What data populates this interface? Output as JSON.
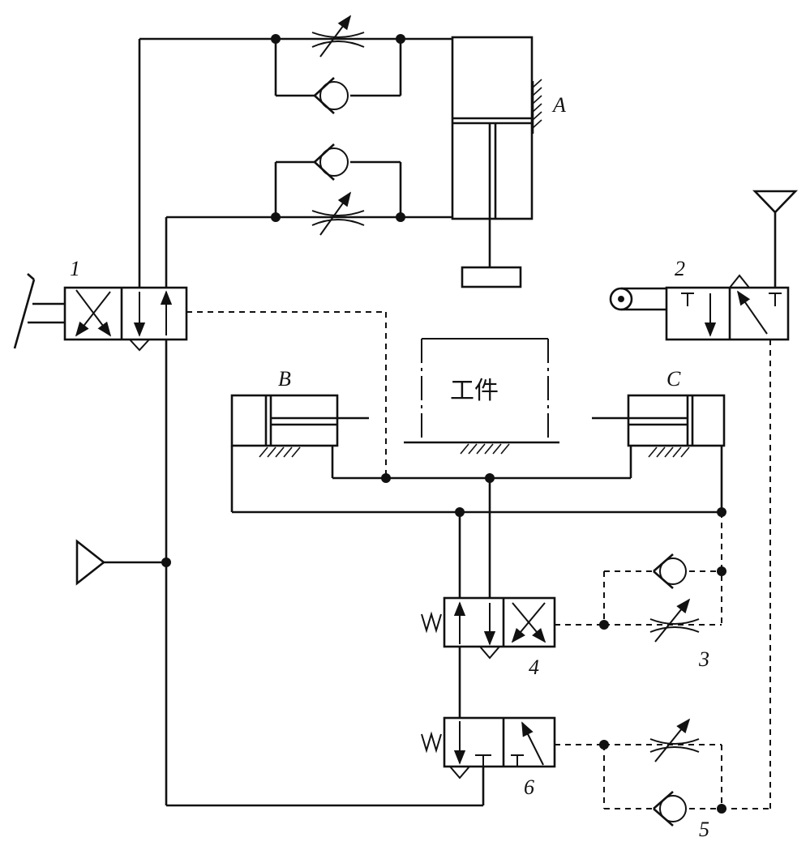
{
  "labels": {
    "cylinder_a": "A",
    "cylinder_b": "B",
    "cylinder_c": "C",
    "valve_1": "1",
    "valve_2": "2",
    "throttle_3": "3",
    "valve_4": "4",
    "throttle_5": "5",
    "valve_6": "6",
    "workpiece": "工件"
  }
}
